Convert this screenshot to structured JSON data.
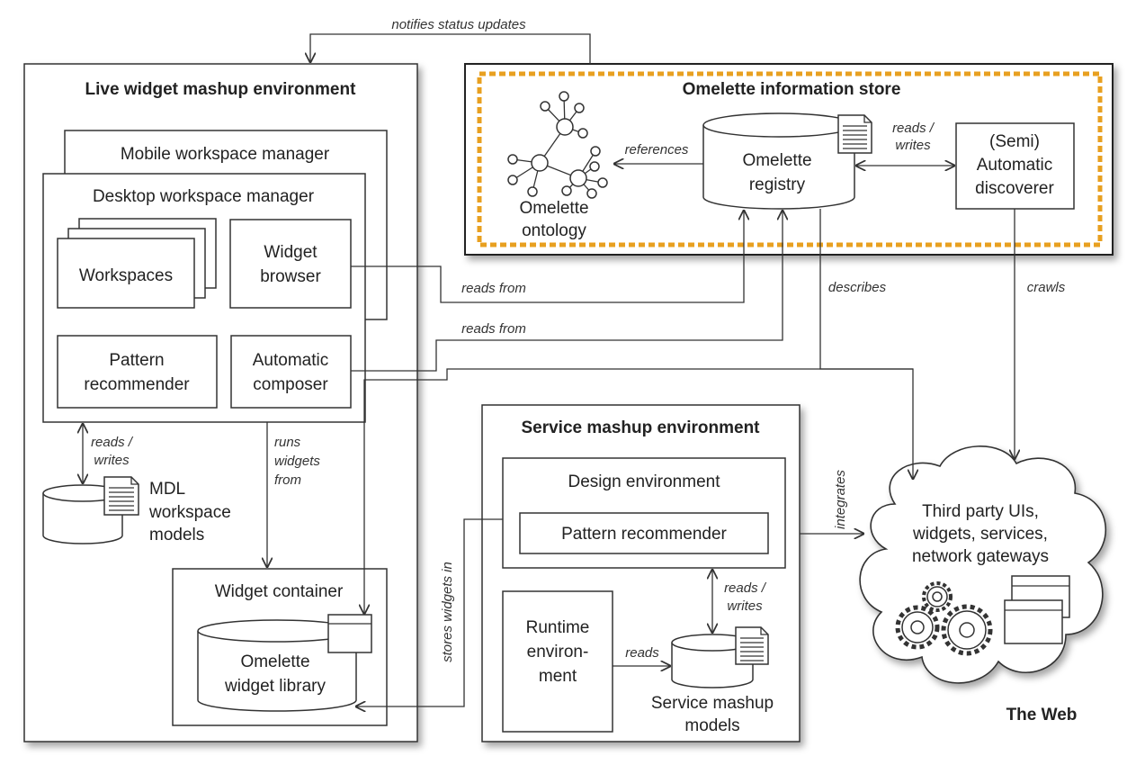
{
  "live": {
    "title": "Live widget mashup environment",
    "mobile": "Mobile workspace manager",
    "desktop": "Desktop workspace manager",
    "workspaces": "Workspaces",
    "widget_browser": [
      "Widget",
      "browser"
    ],
    "pattern_recommender": [
      "Pattern",
      "recommender"
    ],
    "automatic_composer": [
      "Automatic",
      "composer"
    ],
    "mdl": [
      "MDL",
      "workspace",
      "models"
    ],
    "widget_container": "Widget container",
    "widget_library": [
      "Omelette",
      "widget library"
    ]
  },
  "store": {
    "title": "Omelette information store",
    "ontology": [
      "Omelette",
      "ontology"
    ],
    "registry": [
      "Omelette",
      "registry"
    ],
    "discoverer": [
      "(Semi)",
      "Automatic",
      "discoverer"
    ]
  },
  "service": {
    "title": "Service mashup environment",
    "design": "Design environment",
    "pattern_recommender": "Pattern recommender",
    "runtime": [
      "Runtime",
      "environ-",
      "ment"
    ],
    "models": [
      "Service mashup",
      "models"
    ]
  },
  "web": {
    "title": "The Web",
    "text": [
      "Third party UIs,",
      "widgets, services,",
      "network gateways"
    ]
  },
  "edges": {
    "notifies": "notifies  status updates",
    "references": "references",
    "reads_writes": [
      "reads /",
      "writes"
    ],
    "reads_from": "reads from",
    "describes": "describes",
    "crawls": "crawls",
    "runs_widgets_from": [
      "runs",
      "widgets",
      "from"
    ],
    "stores_widgets_in": "stores widgets in",
    "integrates": "integrates",
    "reads": "reads"
  },
  "colors": {
    "store_border": "#e8a020",
    "line": "#333333"
  }
}
